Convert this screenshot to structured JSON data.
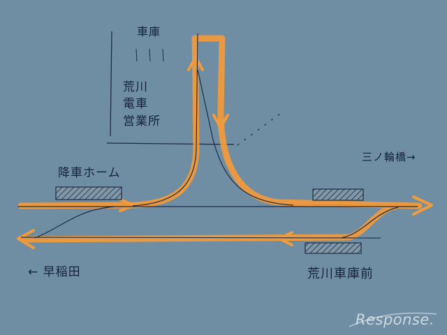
{
  "labels": {
    "depot": "車庫",
    "office_line1": "荒川",
    "office_line2": "電車",
    "office_line3": "営業所",
    "alighting_platform": "降車ホーム",
    "to_minowabashi": "三ノ輪橋→",
    "to_waseda": "← 早稲田",
    "station": "荒川車庫前"
  },
  "watermark": "Response.",
  "colors": {
    "background": "#6f8ea4",
    "route": "#f39a3a",
    "ink": "#15233a"
  }
}
